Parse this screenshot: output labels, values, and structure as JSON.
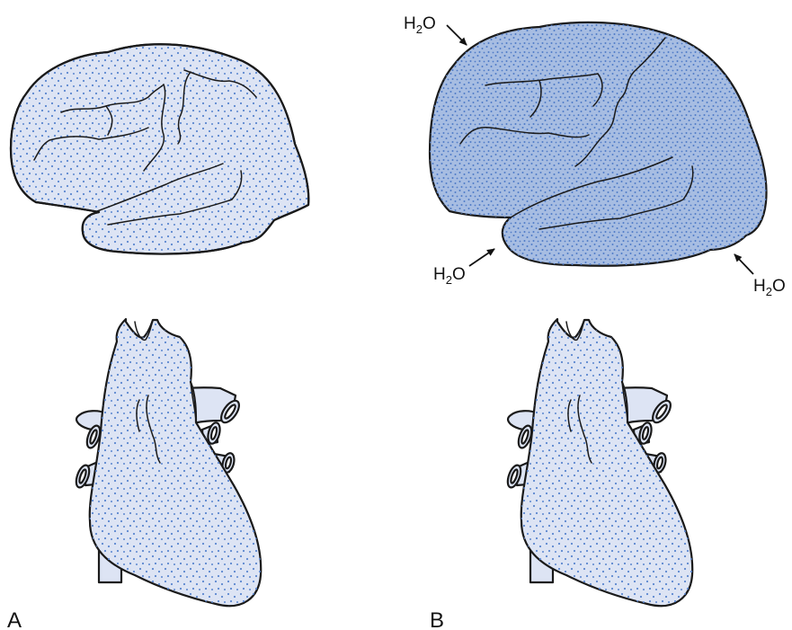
{
  "panels": {
    "a": {
      "letter": "A"
    },
    "b": {
      "letter": "B"
    }
  },
  "water_label": {
    "base": "H",
    "sub": "2",
    "tail": "O"
  },
  "colors": {
    "normal_fill": "#dde4f4",
    "swollen_fill": "#a7bde2",
    "dots": "#5b86cf",
    "outline": "#1a1a1a"
  },
  "icons": {
    "brain": "brain-illustration",
    "heart": "heart-illustration",
    "arrow": "arrow-icon"
  }
}
